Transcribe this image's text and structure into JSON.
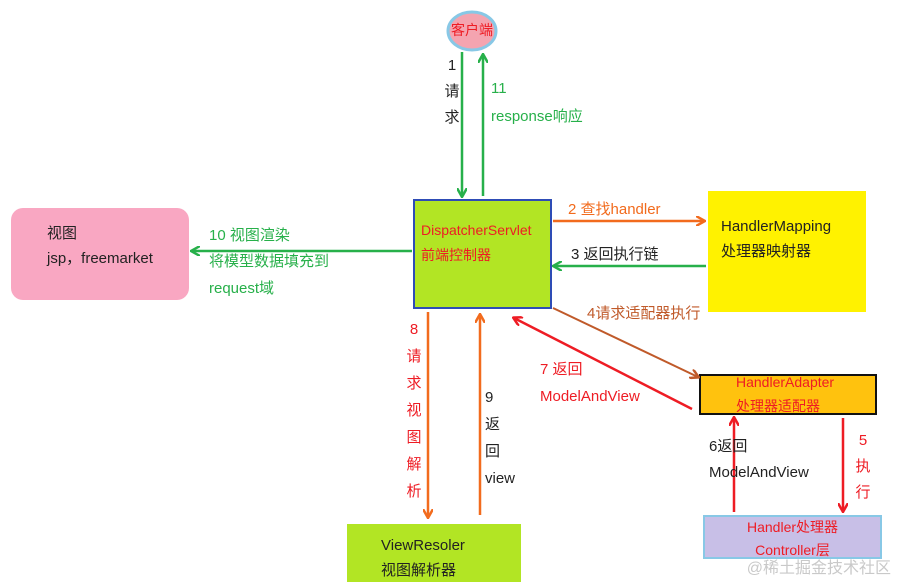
{
  "nodes": {
    "client": {
      "label": "客户端",
      "fill": "#f4a4b0",
      "stroke": "#88c8e6"
    },
    "view": {
      "line1": "视图",
      "line2": "jsp，freemarket",
      "fill": "#f9a7c2"
    },
    "dispatcher": {
      "line1": "DispatcherServlet",
      "line2": "前端控制器",
      "fill": "#b2e524",
      "stroke": "#2e4cb6",
      "text_color": "#ee1c24"
    },
    "handler_mapping": {
      "line1": "HandlerMapping",
      "line2": "处理器映射器",
      "fill": "#fff200"
    },
    "handler_adapter": {
      "line1": "HandlerAdapter",
      "line2": "处理器适配器",
      "fill": "#ffc20e",
      "text_color": "#ee1c24"
    },
    "handler": {
      "line1": "Handler处理器",
      "line2": "Controller层",
      "fill": "#c8bfe7",
      "stroke": "#88c8e6",
      "text_color": "#ee1c24"
    },
    "view_resolver": {
      "line1": "ViewResoler",
      "line2": "视图解析器",
      "fill": "#b2e524"
    }
  },
  "edges": {
    "e1": {
      "num": "1",
      "text_chars": [
        "请",
        "求"
      ],
      "color": "#27b04a"
    },
    "e11": {
      "num": "11",
      "text": "response响应",
      "color": "#27b04a"
    },
    "e2": {
      "text": "2 查找handler",
      "color": "#f26b1d"
    },
    "e3": {
      "text": "3 返回执行链",
      "color": "#27b04a"
    },
    "e4": {
      "text": "4请求适配器执行",
      "color": "#c05a2a"
    },
    "e5": {
      "num": "5",
      "text_chars": [
        "执",
        "行"
      ],
      "color": "#ee1c24"
    },
    "e6": {
      "line1": "6返回",
      "line2": "ModelAndView",
      "color": "#ee1c24"
    },
    "e7": {
      "line1": "7 返回",
      "line2": "ModelAndView",
      "color": "#ee1c24"
    },
    "e8": {
      "num": "8",
      "text_chars": [
        "请",
        "求",
        "视",
        "图",
        "解",
        "析"
      ],
      "color": "#f26b1d"
    },
    "e9": {
      "num": "9",
      "text_chars": [
        "返",
        "回"
      ],
      "line_end": "view",
      "color": "#f26b1d"
    },
    "e10": {
      "line1": "10 视图渲染",
      "line2": "将模型数据填充到",
      "line3": "request域",
      "color": "#27b04a"
    }
  },
  "watermark": "@稀土掘金技术社区"
}
